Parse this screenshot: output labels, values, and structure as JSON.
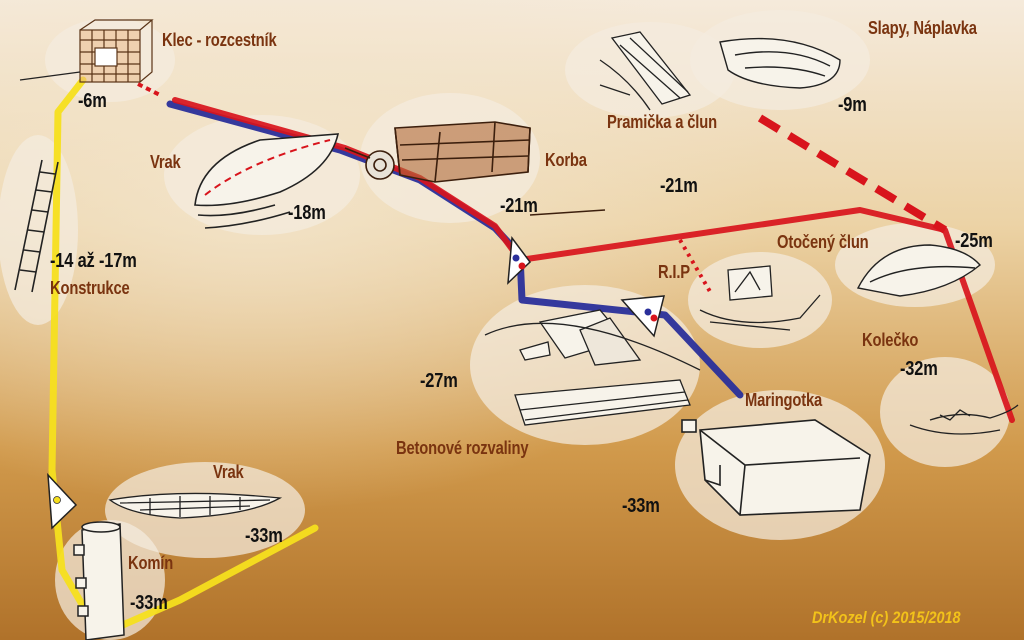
{
  "map": {
    "location": "Slapy, Náplavka",
    "credit": "DrKozel (c) 2015/2018",
    "sites": {
      "klec": "Klec - rozcestník",
      "vrak1": "Vrak",
      "korba": "Korba",
      "pramicka": "Pramička a člun",
      "otoceny": "Otočený člun",
      "rip": "R.I.P",
      "konstrukce": "Konstrukce",
      "betonove": "Betonové rozvaliny",
      "maringotka": "Maringotka",
      "kolecko": "Kolečko",
      "vrak2": "Vrak",
      "komin": "Komín"
    },
    "depths": {
      "klec": "-6m",
      "vrak1": "-18m",
      "korba": "-21m",
      "red_route": "-21m",
      "pramicka": "-9m",
      "otoceny": "-25m",
      "konstrukce": "-14 až -17m",
      "betonove": "-27m",
      "kolecko": "-32m",
      "maringotka": "-33m",
      "vrak2": "-33m",
      "komin": "-33m"
    },
    "colors": {
      "yellow_route": "#f6df1e",
      "red_route": "#d8141c",
      "blue_route": "#2a2f9a",
      "label": "#7a3410",
      "credit": "#f2c21a",
      "background_top": "#f3e6cf",
      "background_bottom": "#b87a2e"
    }
  }
}
